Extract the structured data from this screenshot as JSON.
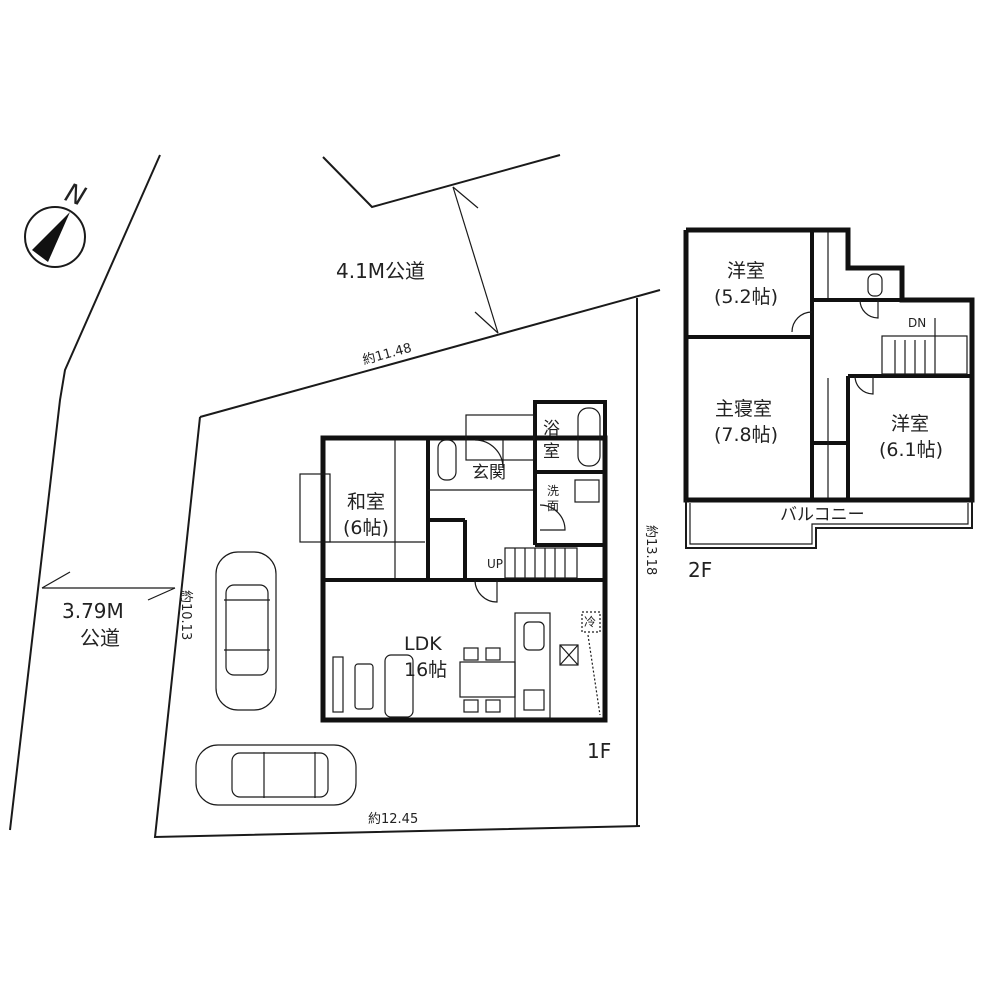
{
  "compass": {
    "label": "N"
  },
  "roads": {
    "north": {
      "label": "4.1M公道"
    },
    "west": {
      "line1": "3.79M",
      "line2": "公道"
    }
  },
  "site_dimensions": {
    "north": "約11.48",
    "west": "約10.13",
    "east": "約13.18",
    "south": "約12.45"
  },
  "floor1": {
    "label": "1F",
    "rooms": {
      "washitsu": {
        "name": "和室",
        "size": "(6帖)"
      },
      "genkan": {
        "name": "玄関"
      },
      "bath_line1": "浴",
      "bath_line2": "室",
      "wash_line1": "洗",
      "wash_line2": "面",
      "ldk": {
        "name": "LDK",
        "size": "16帖"
      },
      "stairs": "UP",
      "fridge": "冷"
    }
  },
  "floor2": {
    "label": "2F",
    "rooms": {
      "western1": {
        "name": "洋室",
        "size": "(5.2帖)"
      },
      "master": {
        "name": "主寝室",
        "size": "(7.8帖)"
      },
      "western2": {
        "name": "洋室",
        "size": "(6.1帖)"
      },
      "balcony": "バルコニー",
      "stairs": "DN"
    }
  },
  "parking": {
    "cars": 2
  }
}
